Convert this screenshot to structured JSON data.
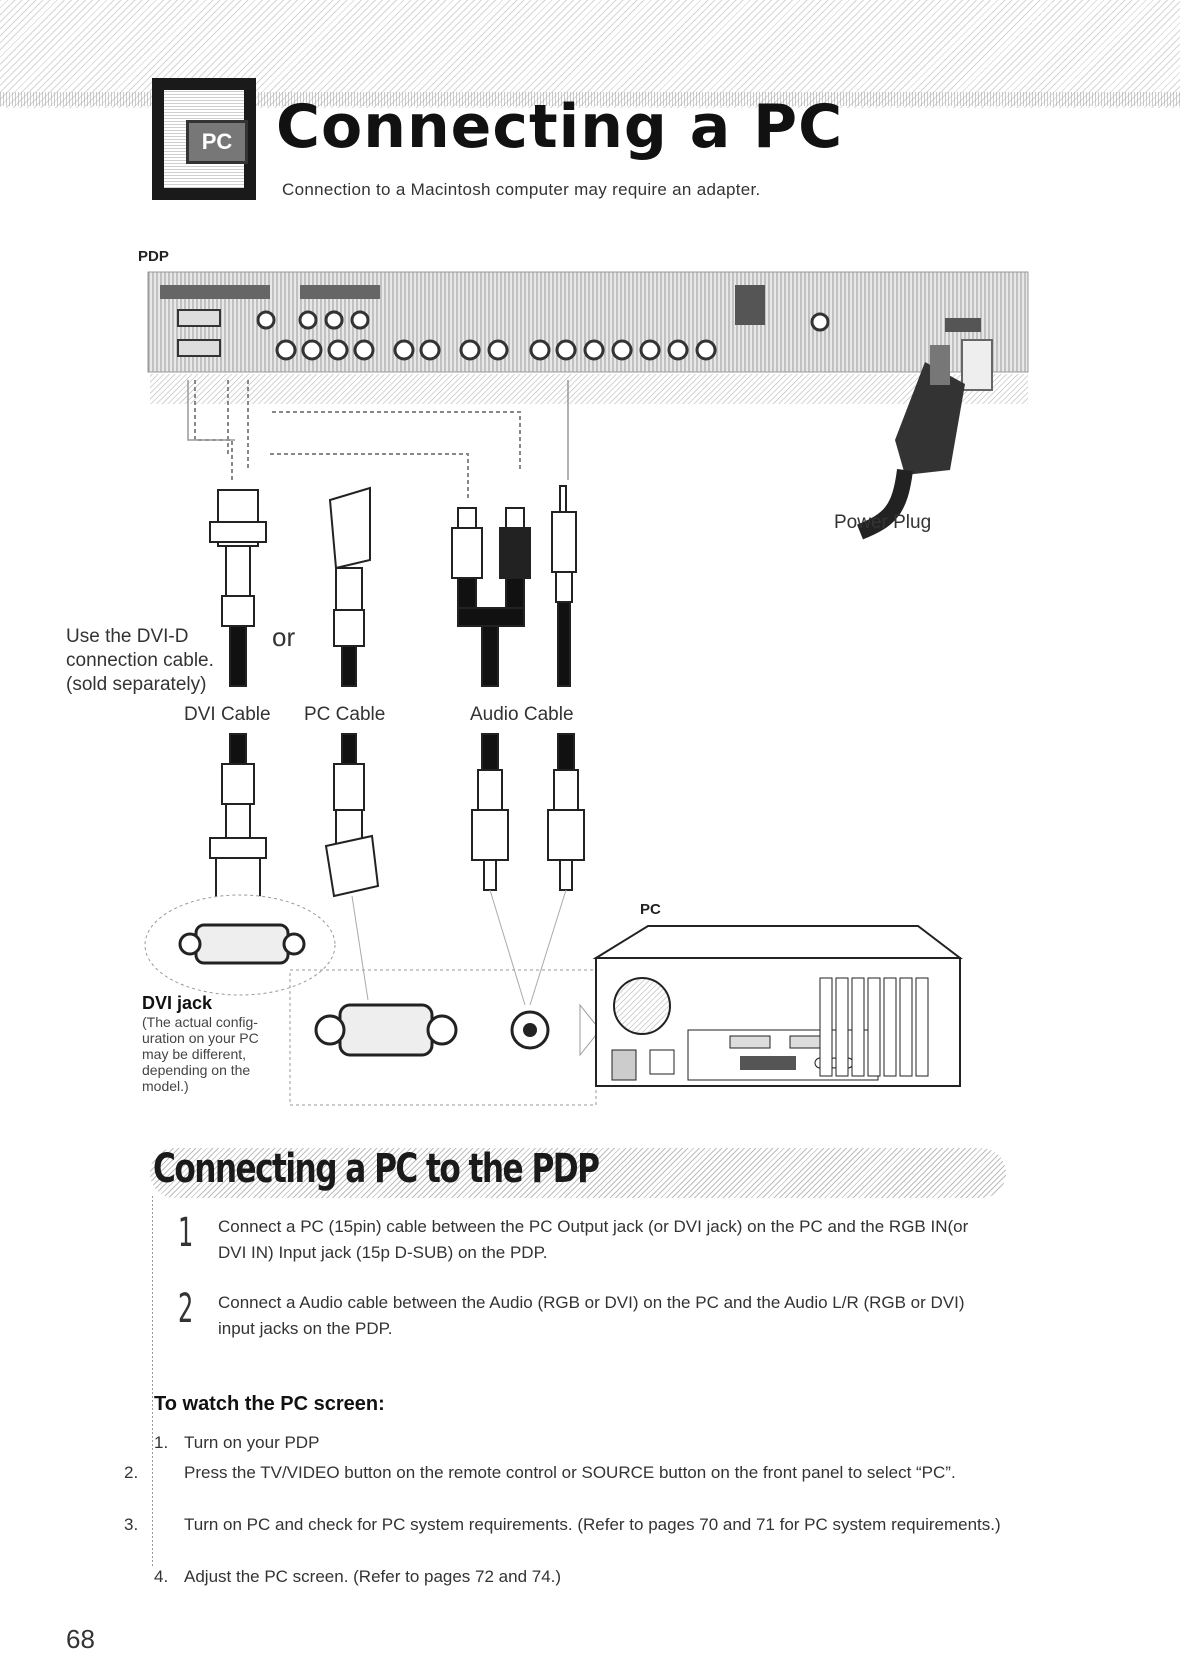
{
  "header": {
    "icon_text": "PC",
    "title": "Connecting a PC",
    "subtitle": "Connection to a Macintosh computer may require an adapter."
  },
  "diagram": {
    "pdp_label": "PDP",
    "pc_label": "PC",
    "power_plug": "Power Plug",
    "dvi_note_line1": "Use the DVI-D",
    "dvi_note_line2": "connection cable.",
    "dvi_note_line3": "(sold separately)",
    "or": "or",
    "dvi_cable": "DVI Cable",
    "pc_cable": "PC Cable",
    "audio_cable": "Audio Cable",
    "dvi_jack_title": "DVI jack",
    "dvi_jack_note": "(The actual config-uration on your PC may be different, depending on the model.)"
  },
  "section": {
    "title": "Connecting a PC to the PDP",
    "steps": [
      {
        "num": "1",
        "text": "Connect a PC (15pin) cable between the PC Output jack (or DVI jack) on the PC and the RGB IN(or DVI IN) Input jack (15p D-SUB) on the PDP."
      },
      {
        "num": "2",
        "text": "Connect a Audio cable between the Audio (RGB or DVI) on the PC and the Audio L/R (RGB or DVI) input jacks on the PDP."
      }
    ],
    "watch_heading": "To watch the PC screen:",
    "watch_items": [
      {
        "num": "1.",
        "text": "Turn on your PDP"
      },
      {
        "num": "2.",
        "text": "Press the TV/VIDEO button on the remote control or SOURCE button on the front panel to select “PC”."
      },
      {
        "num": "3.",
        "text": "Turn on PC and check for PC system requirements. (Refer to pages 70 and 71 for PC system requirements.)"
      },
      {
        "num": "4.",
        "text": "Adjust the PC screen. (Refer to pages 72 and 74.)"
      }
    ]
  },
  "page_number": "68"
}
